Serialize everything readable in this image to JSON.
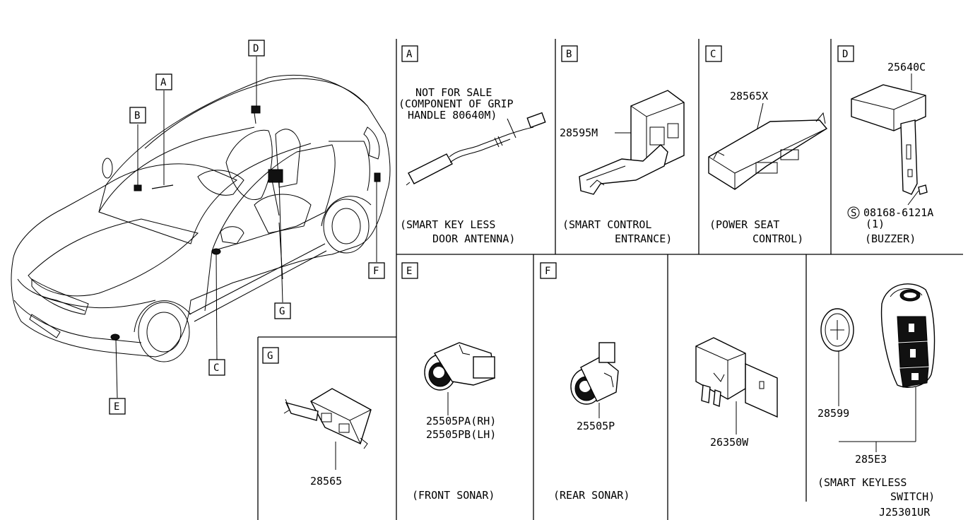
{
  "callouts": {
    "car": [
      "D",
      "A",
      "B",
      "F",
      "G",
      "C",
      "E"
    ],
    "panels": [
      "A",
      "B",
      "C",
      "D",
      "E",
      "F",
      "G"
    ]
  },
  "panel_a": {
    "note_line1": "NOT FOR SALE",
    "note_line2": "(COMPONENT OF GRIP",
    "note_line3": "HANDLE 80640M)",
    "caption_line1": "(SMART KEY LESS",
    "caption_line2": "DOOR ANTENNA)"
  },
  "panel_b": {
    "part_no": "28595M",
    "caption_line1": "(SMART CONTROL",
    "caption_line2": "ENTRANCE)"
  },
  "panel_c": {
    "part_no": "28565X",
    "caption_line1": "(POWER SEAT",
    "caption_line2": "CONTROL)"
  },
  "panel_d": {
    "part_no": "25640C",
    "bolt_symbol": "S",
    "bolt_no": "08168-6121A",
    "bolt_qty": "(1)",
    "caption": "(BUZZER)"
  },
  "panel_e": {
    "part_no_rh": "25505PA(RH)",
    "part_no_lh": "25505PB(LH)",
    "caption": "(FRONT SONAR)"
  },
  "panel_f": {
    "part_no": "25505P",
    "caption": "(REAR SONAR)"
  },
  "panel_module": {
    "part_no": "26350W"
  },
  "panel_keyless": {
    "battery_no": "28599",
    "assembly_no": "285E3",
    "caption_line1": "(SMART KEYLESS",
    "caption_line2": "SWITCH)"
  },
  "panel_g": {
    "part_no": "28565"
  },
  "diagram_id": "J25301UR"
}
